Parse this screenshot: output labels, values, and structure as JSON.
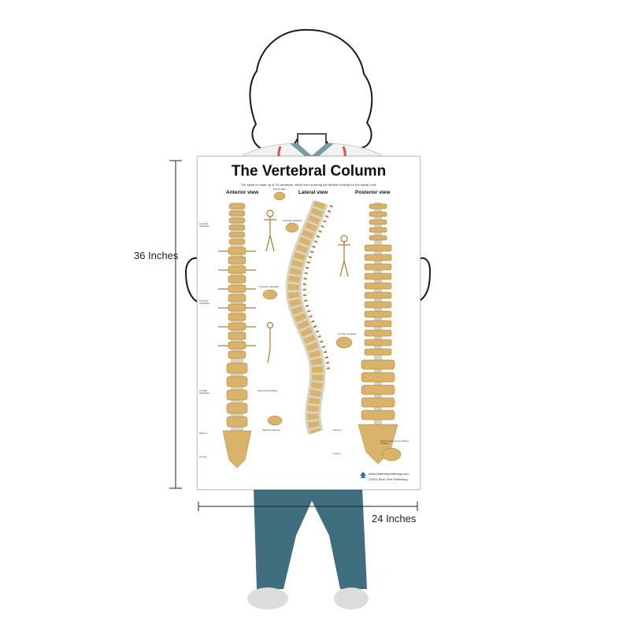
{
  "dimensions": {
    "height_label": "36 Inches",
    "width_label": "24 Inches"
  },
  "poster": {
    "title": "The Vertebral Column",
    "subtitle": "The spine is made up of 33 vertebrae, which form a strong yet flexible housing for the spinal cord.",
    "views": {
      "anterior": "Anterior view",
      "lateral": "Lateral view",
      "posterior": "Posterior view"
    },
    "labels": {
      "atlas_axis": "Axis & atlas",
      "cervical_vertebrae": "Cervical vertebrae",
      "thoracic_vertebrae": "Thoracic vertebrae",
      "lumbar_vertebrae": "Lumbar vertebrae",
      "sacral_foramens": "Sacral Foramens",
      "sacrum_coccyx": "Sacrum and coccyx (Pelvic surface)",
      "intervertebral_discs": "Intervertebral discs",
      "sacrum": "Sacrum",
      "coccyx": "Coccyx"
    },
    "region_labels": {
      "cervical": "Cervical Vertebrae",
      "thoracic": "Thoracic Vertebrae",
      "lumbar": "Lumbar Vertebrae",
      "sacrum": "Sacrum",
      "coccyx": "Coccyx"
    },
    "footer": {
      "website": "www.bluetreepublishing.com",
      "copyright": "©2021 Blue Tree Publishing"
    }
  },
  "colors": {
    "bone": "#d9b36a",
    "bone_dark": "#a87a33",
    "disc": "#d8d2c0",
    "scrub_top": "#7a9ca0",
    "scrub_pants": "#3f6f7e",
    "shoe": "#dcdcdc",
    "stethoscope": "#d9534f"
  }
}
